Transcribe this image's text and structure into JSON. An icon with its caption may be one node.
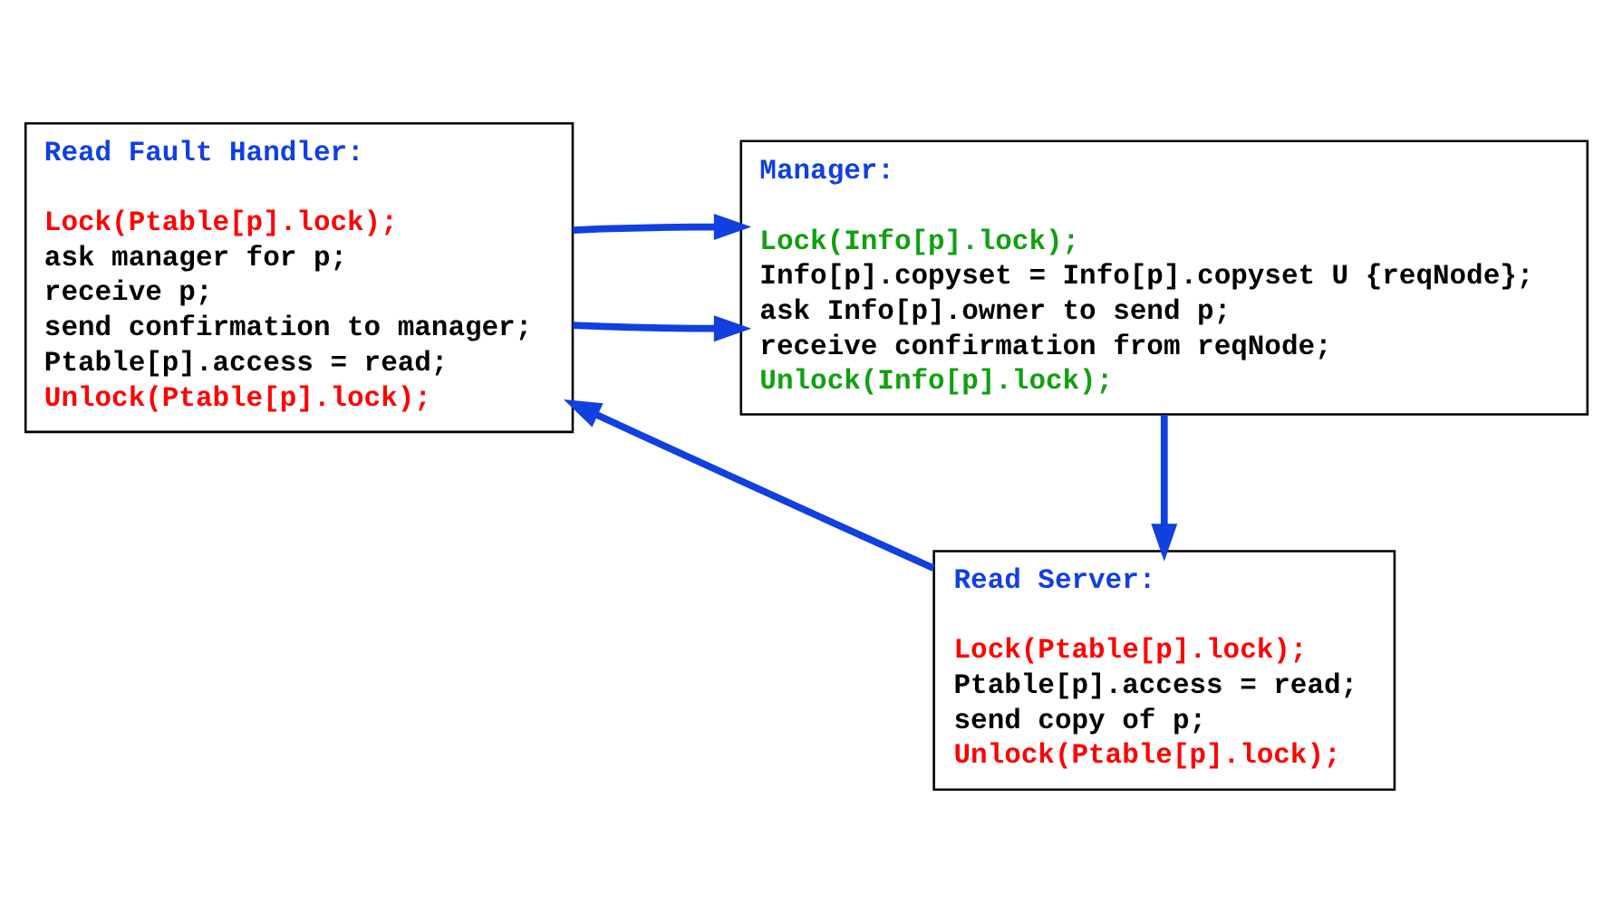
{
  "diagram": {
    "nodes": [
      {
        "text": [
          "Read Fault Handler:",
          "Lock(Ptable[p].lock);",
          "ask manager for p;",
          "receive p;",
          "send confirmation to manager;",
          "Ptable[p].access = read;",
          "Unlock(Ptable[p].lock);"
        ]
      },
      {
        "text": [
          "Manager:",
          "Lock(Info[p].lock);",
          "Info[p].copyset = Info[p].copyset U {reqNode};",
          "ask Info[p].owner to send p;",
          "receive confirmation from reqNode;",
          "Unlock(Info[p].lock);"
        ]
      },
      {
        "text": [
          "Read Server:",
          "Lock(Ptable[p].lock);",
          "Ptable[p].access = read;",
          "send copy of p;",
          "Unlock(Ptable[p].lock);"
        ]
      }
    ],
    "edges": [
      {
        "from": 0,
        "to": 1,
        "arrow": "to"
      },
      {
        "from": 0,
        "to": 1,
        "arrow": "to"
      },
      {
        "from": 1,
        "to": 2,
        "arrow": "to"
      },
      {
        "from": 2,
        "to": 0,
        "arrow": "to"
      }
    ]
  }
}
